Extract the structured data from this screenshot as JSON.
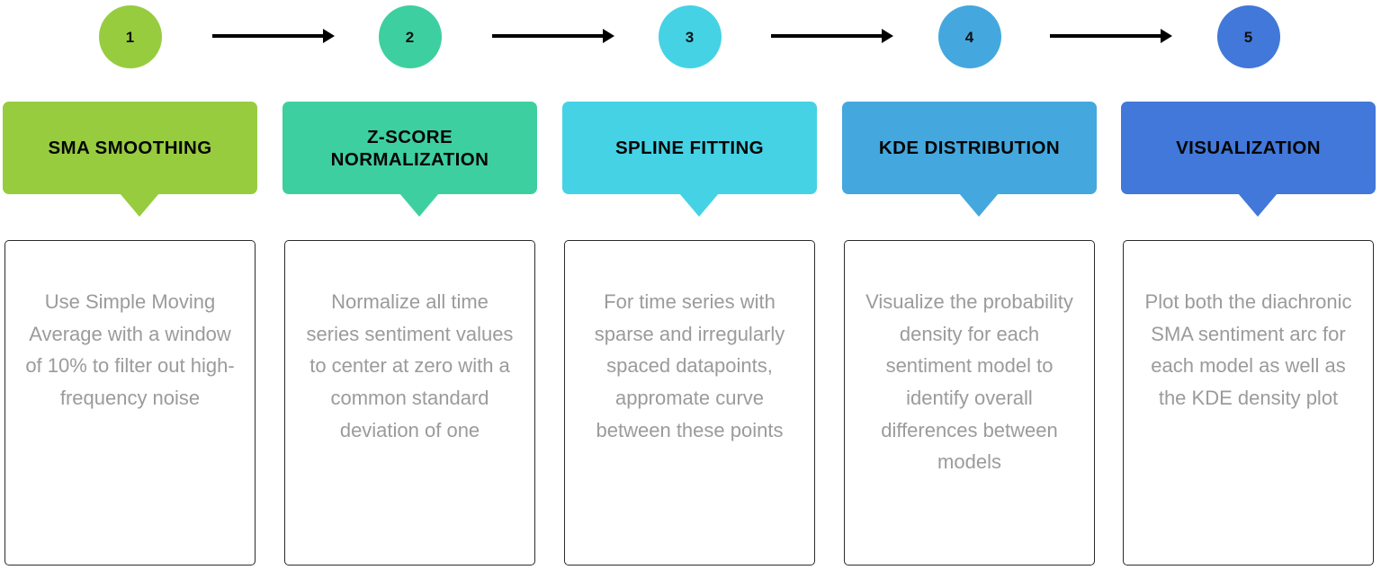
{
  "diagram": {
    "type": "horizontal-pipeline-flowchart",
    "title": "",
    "step_count": 5,
    "connector_icon": "right-arrow-icon",
    "background_color": "#ffffff",
    "card_border_color": "#2b2b2b",
    "card_text_color": "#9b9b9b",
    "steps": [
      {
        "number": "1",
        "title": "SMA SMOOTHING",
        "description": "Use Simple Moving Average with a window of 10% to filter out high-frequency noise",
        "color": "#97cc3f",
        "circle_color": "#97cc3f"
      },
      {
        "number": "2",
        "title": "Z-SCORE NORMALIZATION",
        "description": "Normalize all time series sentiment values to center at zero with a common standard deviation of one",
        "color": "#3ecfa0",
        "circle_color": "#3ecfa0"
      },
      {
        "number": "3",
        "title": "SPLINE FITTING",
        "description": "For time series with sparse and irregularly spaced datapoints, appromate curve between these points",
        "color": "#45d2e5",
        "circle_color": "#45d2e5"
      },
      {
        "number": "4",
        "title": "KDE DISTRIBUTION",
        "description": "Visualize the probability density for each sentiment model to identify overall differences between models",
        "color": "#44a8de",
        "circle_color": "#44a8de"
      },
      {
        "number": "5",
        "title": "VISUALIZATION",
        "description": "Plot both the diachronic SMA sentiment arc for each model as well as the KDE density plot",
        "color": "#4178d9",
        "circle_color": "#4178d9"
      }
    ]
  }
}
